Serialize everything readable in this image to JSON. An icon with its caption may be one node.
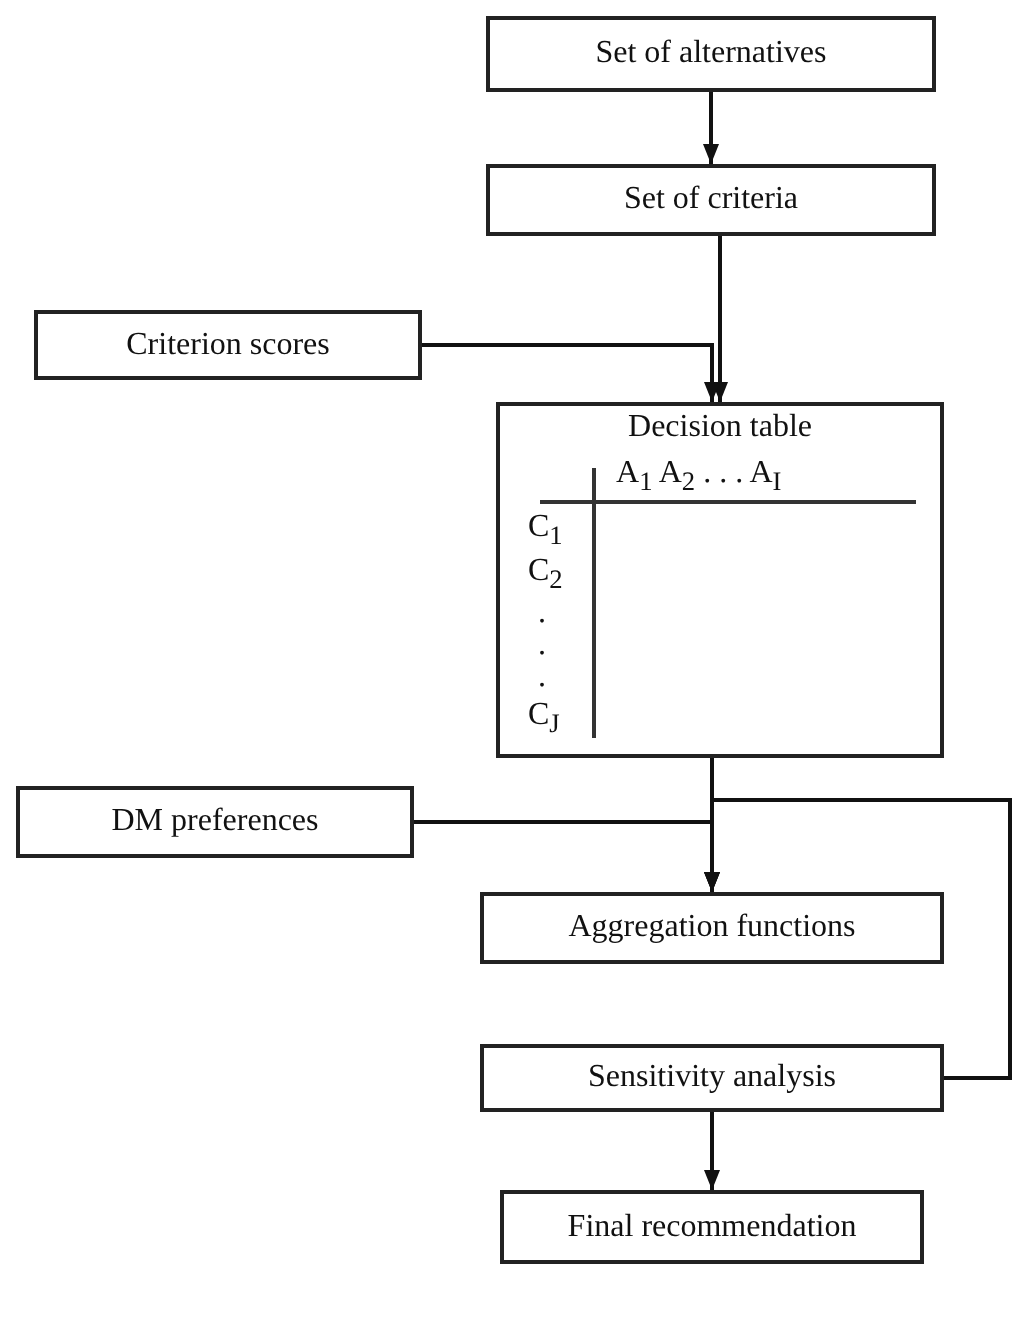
{
  "diagram": {
    "nodes": [
      {
        "text": [
          "Set of alternatives"
        ]
      },
      {
        "text": [
          "Set of criteria"
        ]
      },
      {
        "text": [
          "Criterion scores"
        ]
      },
      {
        "text": [
          "Decision table"
        ]
      },
      {
        "text": [
          "DM preferences"
        ]
      },
      {
        "text": [
          "Aggregation functions"
        ]
      },
      {
        "text": [
          "Sensitivity analysis"
        ]
      },
      {
        "text": [
          "Final recommendation"
        ]
      }
    ],
    "edges": [
      {
        "from": 0,
        "to": 1,
        "arrow": "to"
      },
      {
        "from": 1,
        "to": 3,
        "arrow": "to"
      },
      {
        "from": 2,
        "to": 3,
        "arrow": "to"
      },
      {
        "from": 3,
        "to": 5,
        "arrow": "to"
      },
      {
        "from": 4,
        "to": 5,
        "arrow": "to"
      },
      {
        "from": 6,
        "to": 5,
        "arrow": "to"
      },
      {
        "from": 6,
        "to": 7,
        "arrow": "to"
      }
    ],
    "labels": [
      "A$_{1}$ A$_{2}$ . . . A$_{I}$",
      "C$_{1}$",
      "C$_{2}$",
      ".",
      ".",
      ".",
      "C$_{J}$"
    ]
  }
}
